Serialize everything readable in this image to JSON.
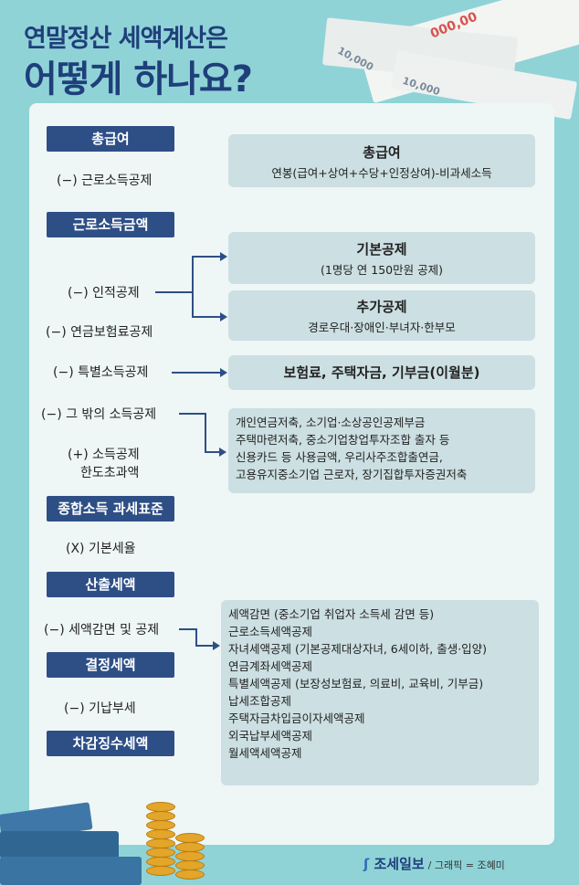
{
  "header": {
    "title_line1": "연말정산 세액계산은",
    "title_line2": "어떻게 하나요?",
    "bill_number_1": "000,00",
    "bill_number_2": "10,000",
    "bill_number_3": "10,000"
  },
  "labels": {
    "total_salary": "총급여",
    "earned_income": "근로소득금액",
    "taxable_base": "종합소득 과세표준",
    "computed_tax": "산출세액",
    "determined_tax": "결정세액",
    "deducted_tax": "차감징수세액"
  },
  "steps": {
    "earned_income_deduction": "(−) 근로소득공제",
    "personal_deduction": "(−) 인적공제",
    "pension_deduction": "(−) 연금보험료공제",
    "special_deduction": "(−) 특별소득공제",
    "other_deduction": "(−) 그 밖의 소득공제",
    "excess_limit_1": "(+) 소득공제",
    "excess_limit_2": "한도초과액",
    "basic_tax_rate": "(X) 기본세율",
    "tax_reduction": "(−) 세액감면 및 공제",
    "prepaid_tax": "(−) 기납부세"
  },
  "boxes": {
    "total_salary_title": "총급여",
    "total_salary_desc": "연봉(급여+상여+수당+인정상여)-비과세소득",
    "basic_deduction_title": "기본공제",
    "basic_deduction_desc": "(1명당 연 150만원 공제)",
    "additional_deduction_title": "추가공제",
    "additional_deduction_desc": "경로우대·장애인·부녀자·한부모",
    "special_box": "보험료, 주택자금, 기부금(이월분)"
  },
  "other_deduction_items": [
    "개인연금저축, 소기업·소상공인공제부금",
    "주택마련저축, 중소기업창업투자조합 출자 등",
    "신용카드 등 사용금액, 우리사주조합출연금,",
    "고용유지중소기업 근로자, 장기집합투자증권저축"
  ],
  "tax_reduction_items": [
    "세액감면 (중소기업 취업자 소득세 감면 등)",
    "근로소득세액공제",
    "자녀세액공제 (기본공제대상자녀, 6세이하, 출생·입양)",
    "연금계좌세액공제",
    "특별세액공제 (보장성보험료, 의료비, 교육비, 기부금)",
    "납세조합공제",
    "주택자금차입금이자세액공제",
    "외국납부세액공제",
    "월세액세액공제"
  ],
  "footer": {
    "brand": "조세일보",
    "credit": "/ 그래픽 = 조혜미"
  },
  "colors": {
    "background": "#8fd3d7",
    "panel": "#eef6f6",
    "label_bg": "#2e4f86",
    "box_bg": "#ccdfe2"
  }
}
